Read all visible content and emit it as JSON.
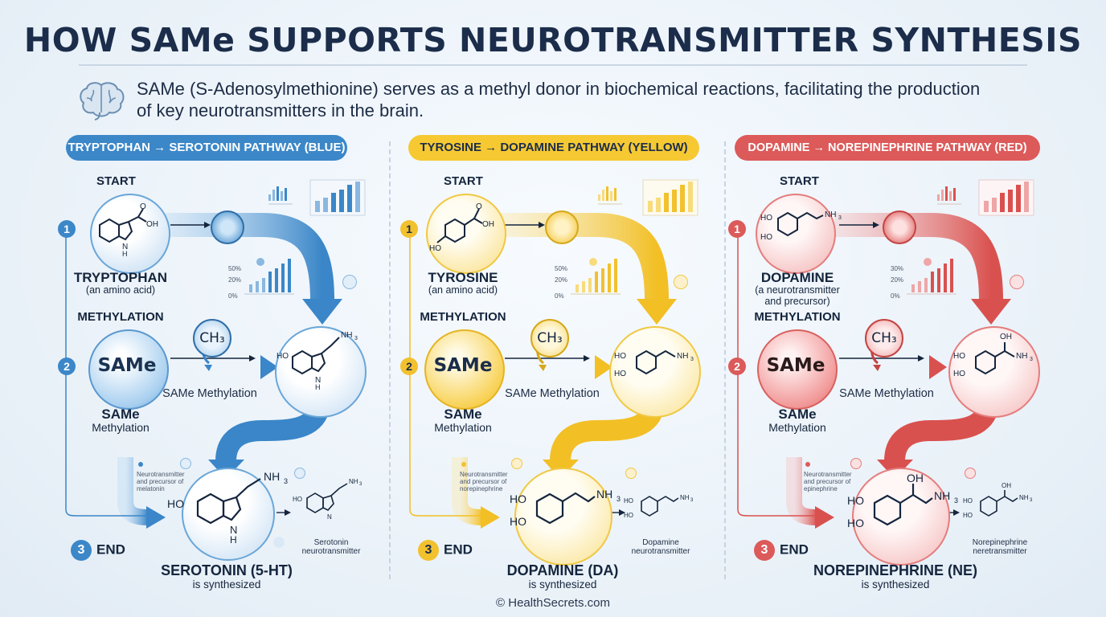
{
  "title": "HOW SAMe SUPPORTS NEUROTRANSMITTER SYNTHESIS",
  "intro": "SAMe (S-Adenosylmethionine) serves as a methyl donor in biochemical reactions, facilitating the production of key neurotransmitters in the brain.",
  "footer": "© HealthSecrets.com",
  "panels": [
    {
      "header": "TRYPTOPHAN → SEROTONIN PATHWAY (BLUE)",
      "accent": "#3b87c8",
      "start_label": "START",
      "step1": "1",
      "start_name": "TRYPTOPHAN",
      "start_sub": "(an amino acid)",
      "methylation_label": "METHYLATION",
      "step2": "2",
      "same_circle": "SAMe",
      "ch3": "CH₃",
      "same_name": "SAMe",
      "same_sub": "Methylation",
      "meth_mid": "SAMe Methylation",
      "step3": "3",
      "end_label": "END",
      "end_name": "SEROTONIN (5-HT)",
      "end_sub": "is synthesized",
      "mini_label": "Serotonin neurotransmitter",
      "note": "Neurotransmitter and precursor of melatonin",
      "pct_high": "50%",
      "pct_mid": "20%",
      "pct_low": "0%"
    },
    {
      "header": "TYROSINE → DOPAMINE PATHWAY (YELLOW)",
      "accent": "#f2c12e",
      "start_label": "START",
      "step1": "1",
      "start_name": "TYROSINE",
      "start_sub": "(an amino acid)",
      "methylation_label": "METHYLATION",
      "step2": "2",
      "same_circle": "SAMe",
      "ch3": "CH₃",
      "same_name": "SAMe",
      "same_sub": "Methylation",
      "meth_mid": "SAMe Methylation",
      "step3": "3",
      "end_label": "END",
      "end_name": "DOPAMINE (DA)",
      "end_sub": "is synthesized",
      "mini_label": "Dopamine neurotransmitter",
      "note": "Neurotransmitter and precursor of norepinephrine",
      "pct_high": "50%",
      "pct_mid": "20%",
      "pct_low": "0%"
    },
    {
      "header": "DOPAMINE → NOREPINEPHRINE PATHWAY (RED)",
      "accent": "#dc5a5a",
      "start_label": "START",
      "step1": "1",
      "start_name": "DOPAMINE",
      "start_sub": "(a neurotransmitter and precursor)",
      "methylation_label": "METHYLATION",
      "step2": "2",
      "same_circle": "SAMe",
      "ch3": "CH₃",
      "same_name": "SAMe",
      "same_sub": "Methylation",
      "meth_mid": "SAMe Methylation",
      "step3": "3",
      "end_label": "END",
      "end_name": "NOREPINEPHRINE (NE)",
      "end_sub": "is synthesized",
      "mini_label": "Norepinephrine neretransmitter",
      "note": "Neurotransmitter and precursor of epinephrine",
      "pct_high": "30%",
      "pct_mid": "20%",
      "pct_low": "0%"
    }
  ],
  "icons": [
    "brain-icon",
    "enzyme-icon",
    "bar-chart-icon",
    "arrow-icon",
    "ch3-bubble-icon"
  ]
}
